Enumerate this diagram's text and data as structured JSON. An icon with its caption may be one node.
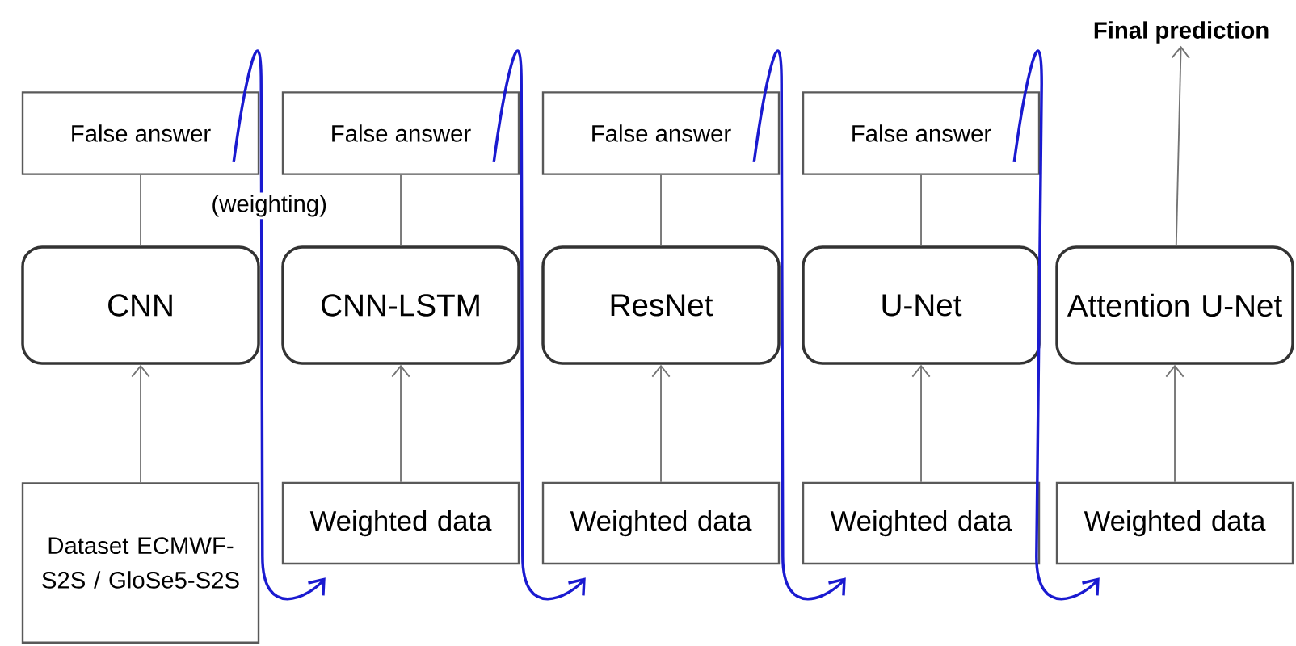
{
  "diagram": {
    "nodes": [
      {
        "text": [
          "Final prediction"
        ]
      },
      {
        "text": [
          "False answer"
        ]
      },
      {
        "text": [
          "False answer"
        ]
      },
      {
        "text": [
          "False answer"
        ]
      },
      {
        "text": [
          "False answer"
        ]
      },
      {
        "text": [
          "CNN"
        ]
      },
      {
        "text": [
          "CNN-LSTM"
        ]
      },
      {
        "text": [
          "ResNet"
        ]
      },
      {
        "text": [
          "U-Net"
        ]
      },
      {
        "text": [
          "Attention U-Net"
        ]
      },
      {
        "text": [
          "Dataset ECMWF-S2S / GloSe5-S2S"
        ]
      },
      {
        "text": [
          "Weighted data"
        ]
      },
      {
        "text": [
          "Weighted data"
        ]
      },
      {
        "text": [
          "Weighted data"
        ]
      },
      {
        "text": [
          "Weighted data"
        ]
      }
    ],
    "edges": [
      {
        "from": 10,
        "to": 5,
        "arrow": "to"
      },
      {
        "from": 11,
        "to": 6,
        "arrow": "to"
      },
      {
        "from": 12,
        "to": 7,
        "arrow": "to"
      },
      {
        "from": 13,
        "to": 8,
        "arrow": "to"
      },
      {
        "from": 14,
        "to": 9,
        "arrow": "to"
      },
      {
        "from": 5,
        "to": 1,
        "arrow": "none"
      },
      {
        "from": 6,
        "to": 2,
        "arrow": "none"
      },
      {
        "from": 7,
        "to": 3,
        "arrow": "none"
      },
      {
        "from": 8,
        "to": 4,
        "arrow": "none"
      },
      {
        "from": 9,
        "to": 0,
        "arrow": "to"
      },
      {
        "from": 1,
        "to": 11,
        "arrow": "to",
        "color": "#1a1ad0",
        "label": "(weighting)"
      },
      {
        "from": 2,
        "to": 12,
        "arrow": "to",
        "color": "#1a1ad0"
      },
      {
        "from": 3,
        "to": 13,
        "arrow": "to",
        "color": "#1a1ad0"
      },
      {
        "from": 4,
        "to": 14,
        "arrow": "to",
        "color": "#1a1ad0"
      }
    ]
  }
}
